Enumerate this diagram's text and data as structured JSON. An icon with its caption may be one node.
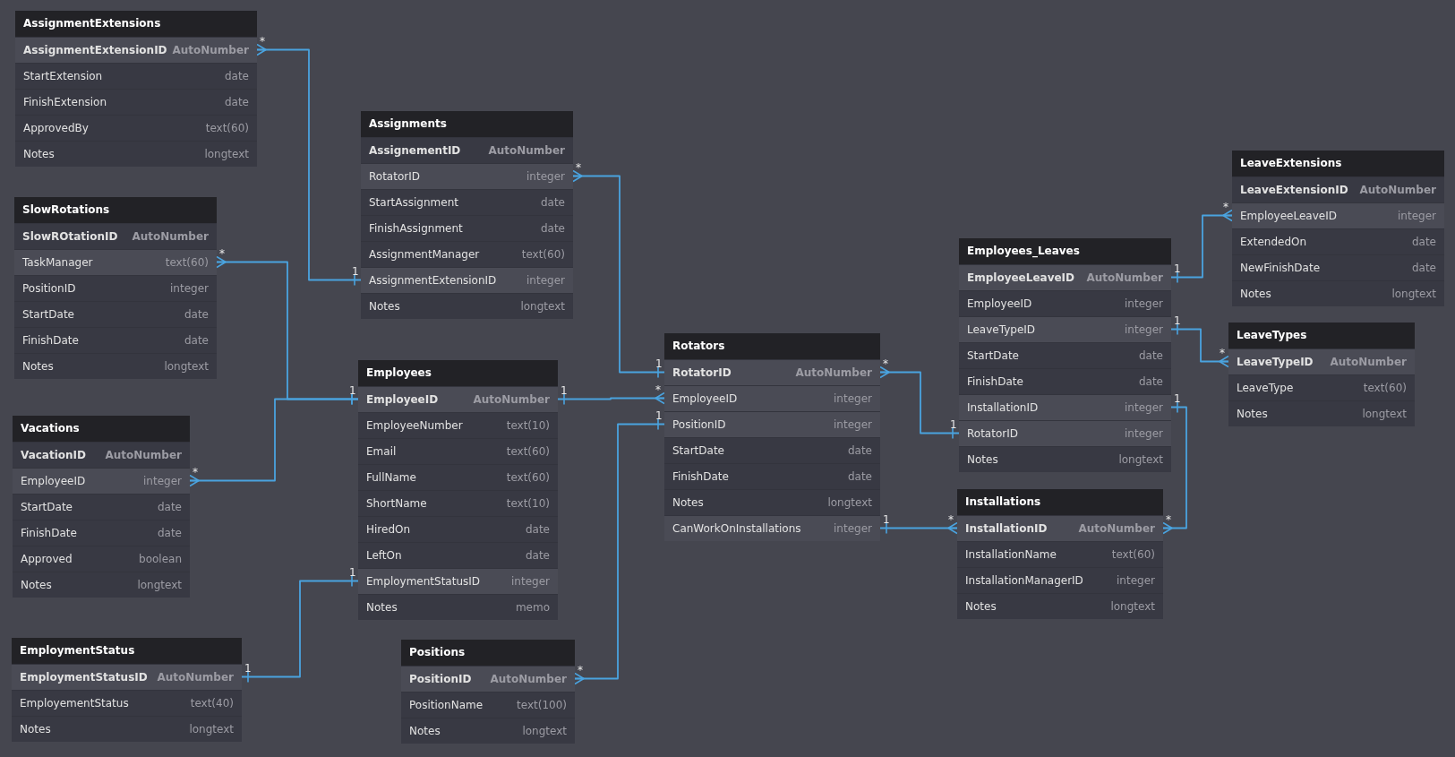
{
  "diagram": {
    "nodes": [
      {
        "text": [
          "AssignmentExtensions"
        ]
      },
      {
        "text": [
          "AssignmentExtensionID",
          "AutoNumber"
        ],
        "in": 0
      },
      {
        "text": [
          "StartExtension",
          "date"
        ],
        "in": 0
      },
      {
        "text": [
          "FinishExtension",
          "date"
        ],
        "in": 0
      },
      {
        "text": [
          "ApprovedBy",
          "text(60)"
        ],
        "in": 0
      },
      {
        "text": [
          "Notes",
          "longtext"
        ],
        "in": 0
      },
      {
        "text": [
          "SlowRotations"
        ]
      },
      {
        "text": [
          "SlowROtationID",
          "AutoNumber"
        ],
        "in": 6
      },
      {
        "text": [
          "TaskManager",
          "text(60)"
        ],
        "in": 6
      },
      {
        "text": [
          "PositionID",
          "integer"
        ],
        "in": 6
      },
      {
        "text": [
          "StartDate",
          "date"
        ],
        "in": 6
      },
      {
        "text": [
          "FinishDate",
          "date"
        ],
        "in": 6
      },
      {
        "text": [
          "Notes",
          "longtext"
        ],
        "in": 6
      },
      {
        "text": [
          "Vacations"
        ]
      },
      {
        "text": [
          "VacationID",
          "AutoNumber"
        ],
        "in": 13
      },
      {
        "text": [
          "EmployeeID",
          "integer"
        ],
        "in": 13
      },
      {
        "text": [
          "StartDate",
          "date"
        ],
        "in": 13
      },
      {
        "text": [
          "FinishDate",
          "date"
        ],
        "in": 13
      },
      {
        "text": [
          "Approved",
          "boolean"
        ],
        "in": 13
      },
      {
        "text": [
          "Notes",
          "longtext"
        ],
        "in": 13
      },
      {
        "text": [
          "EmploymentStatus"
        ]
      },
      {
        "text": [
          "EmploymentStatusID",
          "AutoNumber"
        ],
        "in": 20
      },
      {
        "text": [
          "EmployementStatus",
          "text(40)"
        ],
        "in": 20
      },
      {
        "text": [
          "Notes",
          "longtext"
        ],
        "in": 20
      },
      {
        "text": [
          "Assignments"
        ]
      },
      {
        "text": [
          "AssignementID",
          "AutoNumber"
        ],
        "in": 24
      },
      {
        "text": [
          "RotatorID",
          "integer"
        ],
        "in": 24
      },
      {
        "text": [
          "StartAssignment",
          "date"
        ],
        "in": 24
      },
      {
        "text": [
          "FinishAssignment",
          "date"
        ],
        "in": 24
      },
      {
        "text": [
          "AssignmentManager",
          "text(60)"
        ],
        "in": 24
      },
      {
        "text": [
          "AssignmentExtensionID",
          "integer"
        ],
        "in": 24
      },
      {
        "text": [
          "Notes",
          "longtext"
        ],
        "in": 24
      },
      {
        "text": [
          "Employees"
        ]
      },
      {
        "text": [
          "EmployeeID",
          "AutoNumber"
        ],
        "in": 32
      },
      {
        "text": [
          "EmployeeNumber",
          "text(10)"
        ],
        "in": 32
      },
      {
        "text": [
          "Email",
          "text(60)"
        ],
        "in": 32
      },
      {
        "text": [
          "FullName",
          "text(60)"
        ],
        "in": 32
      },
      {
        "text": [
          "ShortName",
          "text(10)"
        ],
        "in": 32
      },
      {
        "text": [
          "HiredOn",
          "date"
        ],
        "in": 32
      },
      {
        "text": [
          "LeftOn",
          "date"
        ],
        "in": 32
      },
      {
        "text": [
          "EmploymentStatusID",
          "integer"
        ],
        "in": 32
      },
      {
        "text": [
          "Notes",
          "memo"
        ],
        "in": 32
      },
      {
        "text": [
          "Positions"
        ]
      },
      {
        "text": [
          "PositionID",
          "AutoNumber"
        ],
        "in": 42
      },
      {
        "text": [
          "PositionName",
          "text(100)"
        ],
        "in": 42
      },
      {
        "text": [
          "Notes",
          "longtext"
        ],
        "in": 42
      },
      {
        "text": [
          "Rotators"
        ]
      },
      {
        "text": [
          "RotatorID",
          "AutoNumber"
        ],
        "in": 46
      },
      {
        "text": [
          "EmployeeID",
          "integer"
        ],
        "in": 46
      },
      {
        "text": [
          "PositionID",
          "integer"
        ],
        "in": 46
      },
      {
        "text": [
          "StartDate",
          "date"
        ],
        "in": 46
      },
      {
        "text": [
          "FinishDate",
          "date"
        ],
        "in": 46
      },
      {
        "text": [
          "Notes",
          "longtext"
        ],
        "in": 46
      },
      {
        "text": [
          "CanWorkOnInstallations",
          "integer"
        ],
        "in": 46
      },
      {
        "text": [
          "Employees_Leaves"
        ]
      },
      {
        "text": [
          "EmployeeLeaveID",
          "AutoNumber"
        ],
        "in": 54
      },
      {
        "text": [
          "EmployeeID",
          "integer"
        ],
        "in": 54
      },
      {
        "text": [
          "LeaveTypeID",
          "integer"
        ],
        "in": 54
      },
      {
        "text": [
          "StartDate",
          "date"
        ],
        "in": 54
      },
      {
        "text": [
          "FinishDate",
          "date"
        ],
        "in": 54
      },
      {
        "text": [
          "InstallationID",
          "integer"
        ],
        "in": 54
      },
      {
        "text": [
          "RotatorID",
          "integer"
        ],
        "in": 54
      },
      {
        "text": [
          "Notes",
          "longtext"
        ],
        "in": 54
      },
      {
        "text": [
          "Installations"
        ]
      },
      {
        "text": [
          "InstallationID",
          "AutoNumber"
        ],
        "in": 63
      },
      {
        "text": [
          "InstallationName",
          "text(60)"
        ],
        "in": 63
      },
      {
        "text": [
          "InstallationManagerID",
          "integer"
        ],
        "in": 63
      },
      {
        "text": [
          "Notes",
          "longtext"
        ],
        "in": 63
      },
      {
        "text": [
          "LeaveExtensions"
        ]
      },
      {
        "text": [
          "LeaveExtensionID",
          "AutoNumber"
        ],
        "in": 68
      },
      {
        "text": [
          "EmployeeLeaveID",
          "integer"
        ],
        "in": 68
      },
      {
        "text": [
          "ExtendedOn",
          "date"
        ],
        "in": 68
      },
      {
        "text": [
          "NewFinishDate",
          "date"
        ],
        "in": 68
      },
      {
        "text": [
          "Notes",
          "longtext"
        ],
        "in": 68
      },
      {
        "text": [
          "LeaveTypes"
        ]
      },
      {
        "text": [
          "LeaveTypeID",
          "AutoNumber"
        ],
        "in": 74
      },
      {
        "text": [
          "LeaveType",
          "text(60)"
        ],
        "in": 74
      },
      {
        "text": [
          "Notes",
          "longtext"
        ],
        "in": 74
      }
    ],
    "edges": [
      {
        "from": 30,
        "to": 1,
        "arrow": "other"
      },
      {
        "from": 33,
        "to": 8,
        "arrow": "other"
      },
      {
        "from": 33,
        "to": 15,
        "arrow": "other"
      },
      {
        "from": 21,
        "to": 40,
        "arrow": "other"
      },
      {
        "from": 33,
        "to": 48,
        "arrow": "other"
      },
      {
        "from": 47,
        "to": 26,
        "arrow": "other"
      },
      {
        "from": 49,
        "to": 43,
        "arrow": "other"
      },
      {
        "from": 61,
        "to": 47,
        "arrow": "other"
      },
      {
        "from": 53,
        "to": 64,
        "arrow": "other"
      },
      {
        "from": 60,
        "to": 64,
        "arrow": "other"
      },
      {
        "from": 55,
        "to": 70,
        "arrow": "other"
      },
      {
        "from": 57,
        "to": 75,
        "arrow": "other"
      }
    ],
    "labels": [
      "1",
      "*",
      "1",
      "*",
      "*",
      "1",
      "1",
      "1",
      "*",
      "1",
      "*",
      "1",
      "*",
      "1",
      "*",
      "1",
      "*",
      "1",
      "*",
      "1",
      "*",
      "1",
      "*"
    ]
  }
}
